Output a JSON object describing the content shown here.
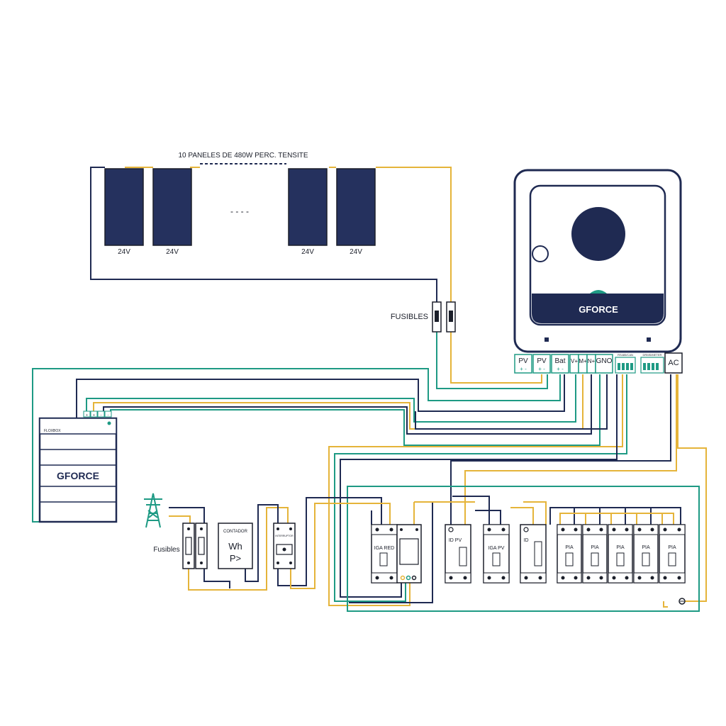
{
  "colors": {
    "navy": "#1f2a52",
    "dark": "#1b1f2a",
    "teal": "#1e9a84",
    "gold": "#e5b43a",
    "panel_fill": "#25315e",
    "white": "#ffffff"
  },
  "panels": {
    "title": "10 PANELES DE 480W PERC. TENSITE",
    "voltages": [
      "24V",
      "24V",
      "24V",
      "24V"
    ],
    "ellipsis": "- - - -"
  },
  "fuses_pv": {
    "label": "FUSIBLES"
  },
  "inverter": {
    "brand": "GFORCE",
    "terminals": [
      "PV",
      "PV",
      "Bat",
      "V+",
      "M+",
      "N+",
      "GNO"
    ],
    "terminal_signs": [
      "+ -",
      "+ -",
      "+ -"
    ],
    "comm_labels": [
      "RS485/CAN",
      "DRMS/METER"
    ],
    "ac_label": "AC"
  },
  "battery": {
    "model": "FLOXBOX",
    "brand": "GFORCE",
    "port_labels": [
      "+",
      "+",
      "-",
      "-"
    ]
  },
  "grid": {
    "tower_icon": "power-tower-icon",
    "fuses_label": "Fusibles"
  },
  "meter": {
    "title": "CONTADOR",
    "line1": "Wh",
    "line2": "P>"
  },
  "limiter": {
    "label": "INTERRUPTOR"
  },
  "breakers": {
    "iga_red": "IGA RED",
    "id_pv": "ID PV",
    "iga_pv": "IGA PV",
    "id": "ID",
    "pia": [
      "PIA",
      "PIA",
      "PIA",
      "PIA",
      "PIA"
    ]
  }
}
